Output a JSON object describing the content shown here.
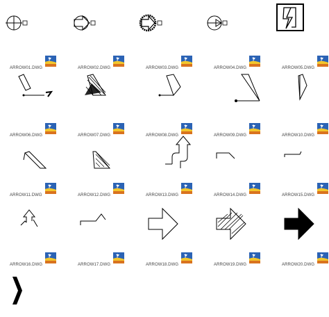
{
  "files": [
    {
      "name": "ARROW01.DWG"
    },
    {
      "name": "ARROW02.DWG"
    },
    {
      "name": "ARROW03.DWG"
    },
    {
      "name": "ARROW04.DWG"
    },
    {
      "name": "ARROW05.DWG"
    },
    {
      "name": "ARROW06.DWG"
    },
    {
      "name": "ARROW07.DWG"
    },
    {
      "name": "ARROW08.DWG"
    },
    {
      "name": "ARROW09.DWG"
    },
    {
      "name": "ARROW10.DWG"
    },
    {
      "name": "ARROW11.DWG"
    },
    {
      "name": "ARROW12.DWG"
    },
    {
      "name": "ARROW13.DWG"
    },
    {
      "name": "ARROW14.DWG"
    },
    {
      "name": "ARROW15.DWG"
    },
    {
      "name": "ARROW16.DWG"
    },
    {
      "name": "ARROW17.DWG"
    },
    {
      "name": "ARROW18.DWG"
    },
    {
      "name": "ARROW19.DWG"
    },
    {
      "name": "ARROW20.DWG"
    }
  ],
  "colors": {
    "icon_blue": "#2b63b5",
    "icon_yellow": "#f2c62c",
    "icon_orange": "#d9731f",
    "ink": "#000000"
  }
}
